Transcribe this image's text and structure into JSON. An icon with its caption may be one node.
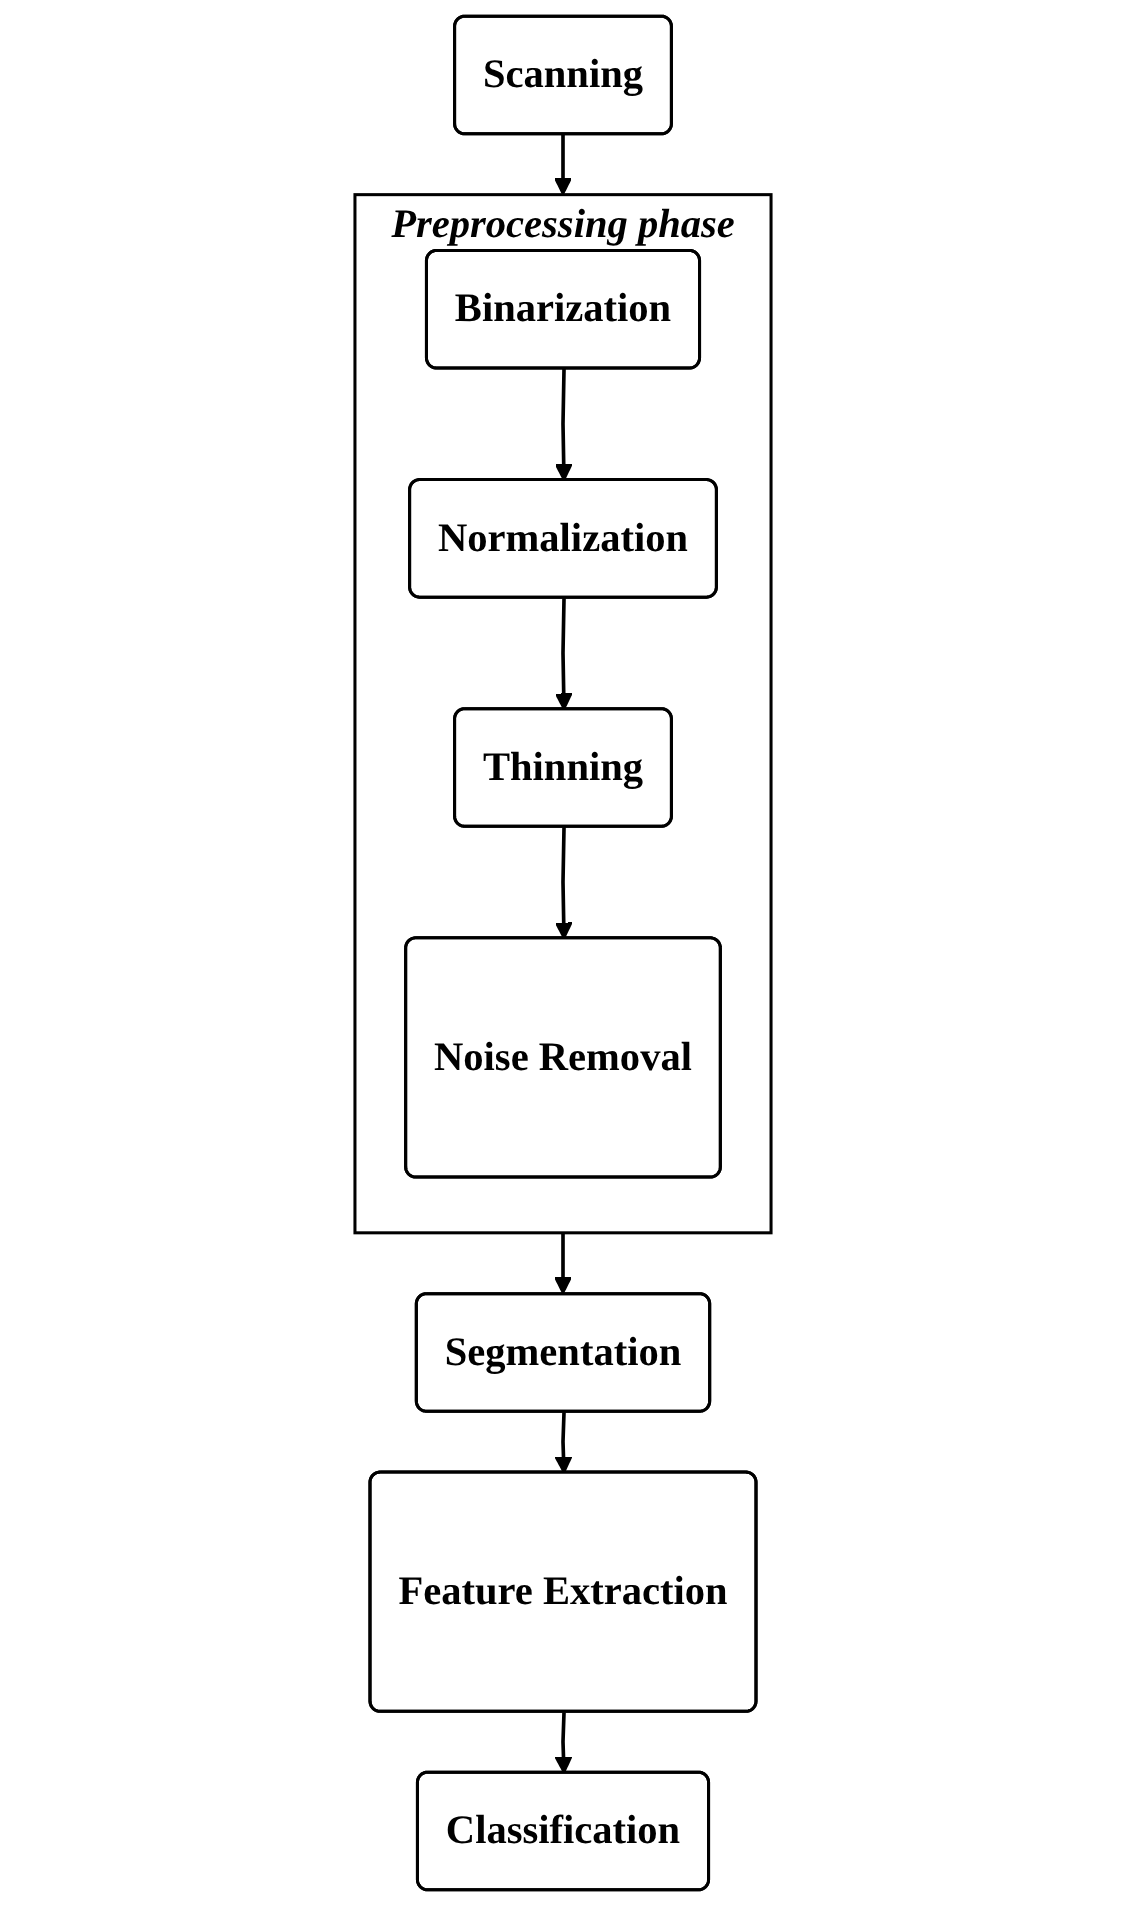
{
  "diagram": {
    "nodes": [
      {
        "text": [
          "Scanning"
        ]
      },
      {
        "text": [
          "Preprocessing phase"
        ]
      },
      {
        "text": [
          "Binarization"
        ],
        "in": 1
      },
      {
        "text": [
          "Normalization"
        ],
        "in": 1
      },
      {
        "text": [
          "Thinning"
        ],
        "in": 1
      },
      {
        "text": [
          "Noise Removal"
        ],
        "in": 1
      },
      {
        "text": [
          "Segmentation"
        ]
      },
      {
        "text": [
          "Feature Extraction"
        ]
      },
      {
        "text": [
          "Classification"
        ]
      }
    ],
    "edges": [
      {
        "from": 0,
        "to": 1,
        "arrow": "to"
      },
      {
        "from": 2,
        "to": 3,
        "arrow": "to"
      },
      {
        "from": 3,
        "to": 4,
        "arrow": "to"
      },
      {
        "from": 4,
        "to": 5,
        "arrow": "to"
      },
      {
        "from": 1,
        "to": 6,
        "arrow": "to"
      },
      {
        "from": 6,
        "to": 7,
        "arrow": "to"
      },
      {
        "from": 7,
        "to": 8,
        "arrow": "to"
      }
    ]
  }
}
